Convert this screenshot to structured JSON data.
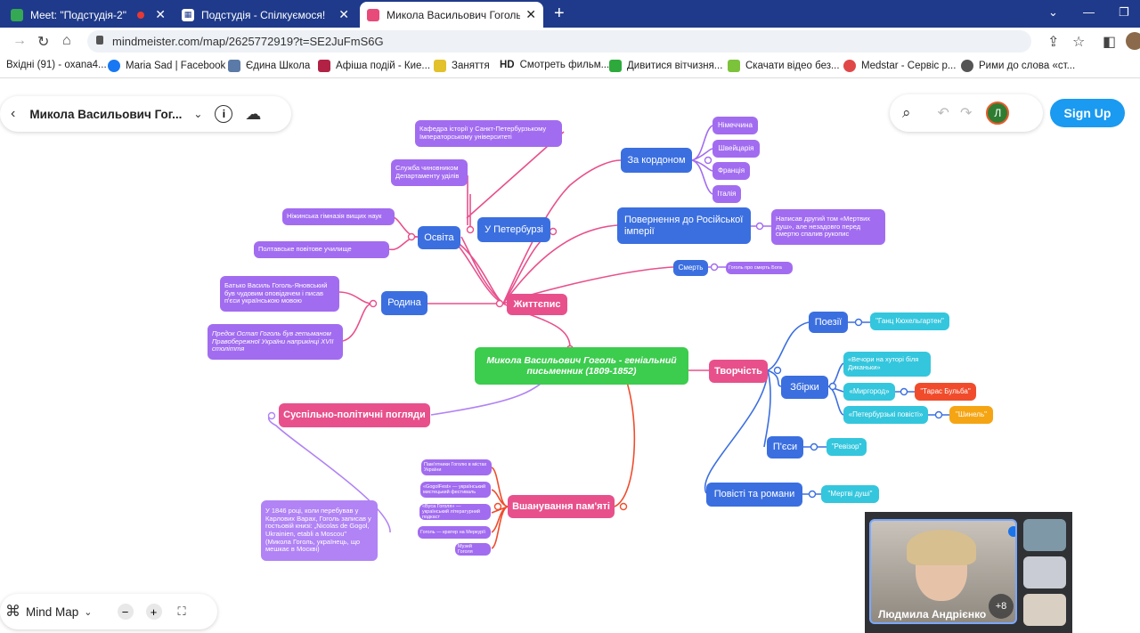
{
  "tabs": [
    {
      "title": "Meet: \"Подстудія-2\"",
      "close": "✕"
    },
    {
      "title": "Подстудія - Спілкуємося!",
      "close": "✕"
    },
    {
      "title": "Микола Васильович Гоголь - ге",
      "close": "✕"
    }
  ],
  "new_tab": "+",
  "address": {
    "url": "mindmeister.com/map/2625772919?t=SE2JuFmS6G"
  },
  "bookmarks": [
    {
      "label": "Вхідні (91) - oxana4..."
    },
    {
      "label": "Maria Sad | Facebook"
    },
    {
      "label": "Єдина Школа"
    },
    {
      "label": "Афіша подій - Кие..."
    },
    {
      "label": "Заняття"
    },
    {
      "label": "Смотреть фильм...",
      "prefix": "HD"
    },
    {
      "label": "Дивитися вітчизня..."
    },
    {
      "label": "Скачати відео без..."
    },
    {
      "label": "Medstar - Сервіс р..."
    },
    {
      "label": "Рими до слова «ст..."
    }
  ],
  "app": {
    "map_title": "Микола Васильович Гог...",
    "avatar_letter": "Л",
    "signup": "Sign Up",
    "view_mode": "Mind Map"
  },
  "nodes": {
    "root": "Микола Васильович Гоголь - геніальний письменник (1809-1852)",
    "zhyttiepys": "Життєпис",
    "tvorchist": "Творчість",
    "suspilno": "Суспільно-політичні погляди",
    "vshanuvannia": "Вшанування пам'яті",
    "za_kordonom": "За кордоном",
    "nimechchyna": "Німеччина",
    "shveitsariia": "Швейцарія",
    "frantsiia": "Франція",
    "italiia": "Італія",
    "povernennia": "Повернення до Російської імперії",
    "povernennia_note": "Написав другий том «Мертвих душ», але незадовго перед смертю спалив рукопис",
    "smert": "Смерть",
    "smert_note": "Гоголь про смерть Бога",
    "u_peterburzi": "У Петербурзі",
    "kafedra": "Кафедра історії у Санкт-Петербурзькому Імператорському університеті",
    "sluzhba": "Служба чиновником Департаменту уділів",
    "osvita": "Освіта",
    "nizhynska": "Ніжинська гімназія вищих наук",
    "poltavske": "Полтавське повітове училище",
    "rodyna": "Родина",
    "batko": "Батько Василь Гоголь-Яновський був чудовим оповідачем і писав п'єси українською мовою",
    "predok": "Предок Остап Гоголь був гетьманом Правобережної України наприкінці XVII століття",
    "poezii": "Поезії",
    "hants": "\"Ганц Кюхельгартен\"",
    "zbirky": "Збірки",
    "vechory": "«Вечори на хуторі біля Диканьки»",
    "myrhorod": "«Миргород»",
    "taras": "\"Тарас Бульба\"",
    "peterburzki": "«Петербурзькі повісті»",
    "shynel": "\"Шинель\"",
    "pesy": "П'єси",
    "revizor": "\"Ревізор\"",
    "povisti": "Повісті та романи",
    "mertvi": "\"Мертві душі\"",
    "kniha_note": "У 1846 році, коли перебував у Карлових Варах, Гоголь записав у гостьовій книзі: „Nicolas de Gogol, Ukrainien, etabli a Moscou\" (Микола Гоголь, українець, що мешкає в Москві)",
    "pamiatnyky": "Пам'ятники Гоголю в містах України",
    "gogolfest": "«GogolFest» — український мистецький фестиваль",
    "vusa": "«Вуса Гоголя» — український літературний подкаст",
    "kraiater": "Гоголь — кратер на Меркурії",
    "muzei": "Музей Гоголя"
  },
  "video": {
    "name": "Людмила Андрієнко",
    "more": "+8"
  }
}
